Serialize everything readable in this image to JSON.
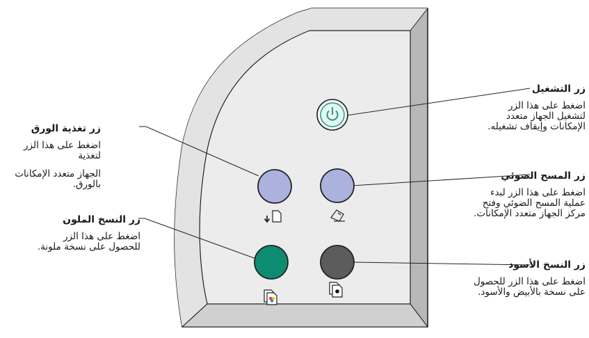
{
  "diagram": {
    "power": {
      "title": "زر التشغيل",
      "description": "اضغط على هذا الزر\nلتشغيل الجهاز متعدد\nالإمكانات وإيقاف تشغيله."
    },
    "scan": {
      "title": "زر المسح الضوئي",
      "description": "اضغط على هذا الزر لبدء\nعملية المسح الضوئي وفتح\nمركز الجهاز متعدد الإمكانات."
    },
    "black_copy": {
      "title": "زر النسخ الأسود",
      "description": "اضغط على هذا الزر للحصول\nعلى نسخة بالأبيض والأسود."
    },
    "paper_feed": {
      "title": "زر تغذية الورق",
      "description_line1": "اضغط على هذا الزر لتغذية",
      "description_line2": "الجهاز متعدد الإمكانات\nبالورق."
    },
    "color_copy": {
      "title": "زر النسخ الملون",
      "description": "اضغط على هذا الزر\nللحصول على نسخة ملونة."
    }
  },
  "colors": {
    "power_ring": "#1a9e86",
    "scan_button": "#aab2dd",
    "feed_button": "#aab2dd",
    "color_copy_button": "#0e8c72",
    "black_copy_button": "#5c5c5c",
    "panel_face": "#ececec",
    "panel_bevel": "#b8b8b8"
  },
  "icons": {
    "power": "power-icon",
    "feed": "paper-feed-icon",
    "scan": "scan-icon",
    "color_copy": "color-copy-icon",
    "black_copy": "black-copy-icon"
  }
}
